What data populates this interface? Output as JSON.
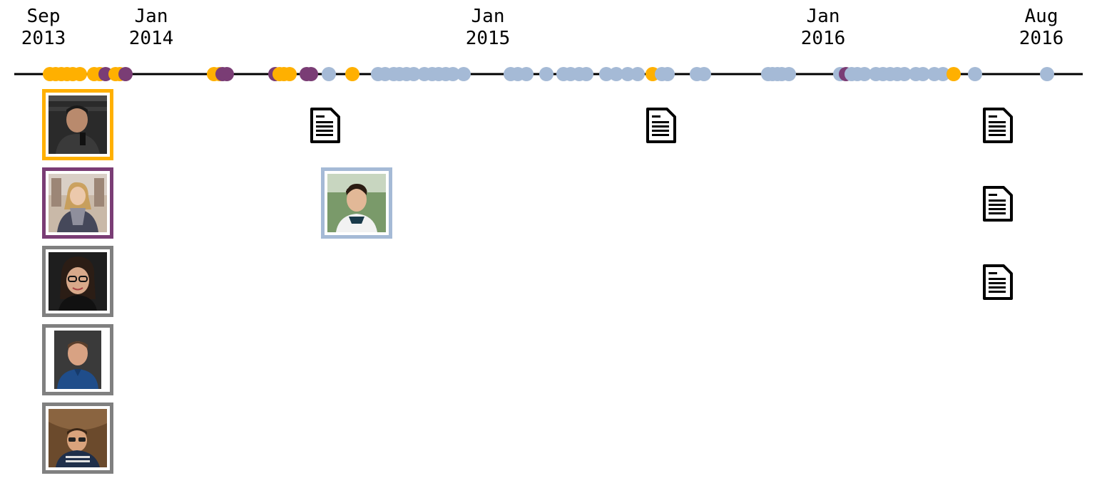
{
  "axis": {
    "ticks": [
      {
        "line1": "Sep",
        "line2": "2013"
      },
      {
        "line1": "Jan",
        "line2": "2014"
      },
      {
        "line1": "Jan",
        "line2": "2015"
      },
      {
        "line1": "Jan",
        "line2": "2016"
      },
      {
        "line1": "Aug",
        "line2": "2016"
      }
    ]
  },
  "colors": {
    "orange": "#ffb000",
    "purple": "#7a3d75",
    "blue": "#a5bad6",
    "gray": "#808080",
    "axis_line": "#000000"
  },
  "people": [
    {
      "name_icon": "person-photo-man-microphone",
      "border_color": "#ffb000"
    },
    {
      "name_icon": "person-photo-woman-scarf",
      "border_color": "#7a3d75"
    },
    {
      "name_icon": "person-photo-woman-glasses",
      "border_color": "#808080"
    },
    {
      "name_icon": "person-photo-man-blue-shirt",
      "border_color": "#808080"
    },
    {
      "name_icon": "person-photo-man-sunglasses",
      "border_color": "#808080"
    },
    {
      "name_icon": "person-photo-young-man",
      "border_color": "#a5bad6"
    }
  ],
  "documents": [
    {
      "icon": "document-icon"
    },
    {
      "icon": "document-icon"
    },
    {
      "icon": "document-icon"
    },
    {
      "icon": "document-icon"
    },
    {
      "icon": "document-icon"
    }
  ]
}
